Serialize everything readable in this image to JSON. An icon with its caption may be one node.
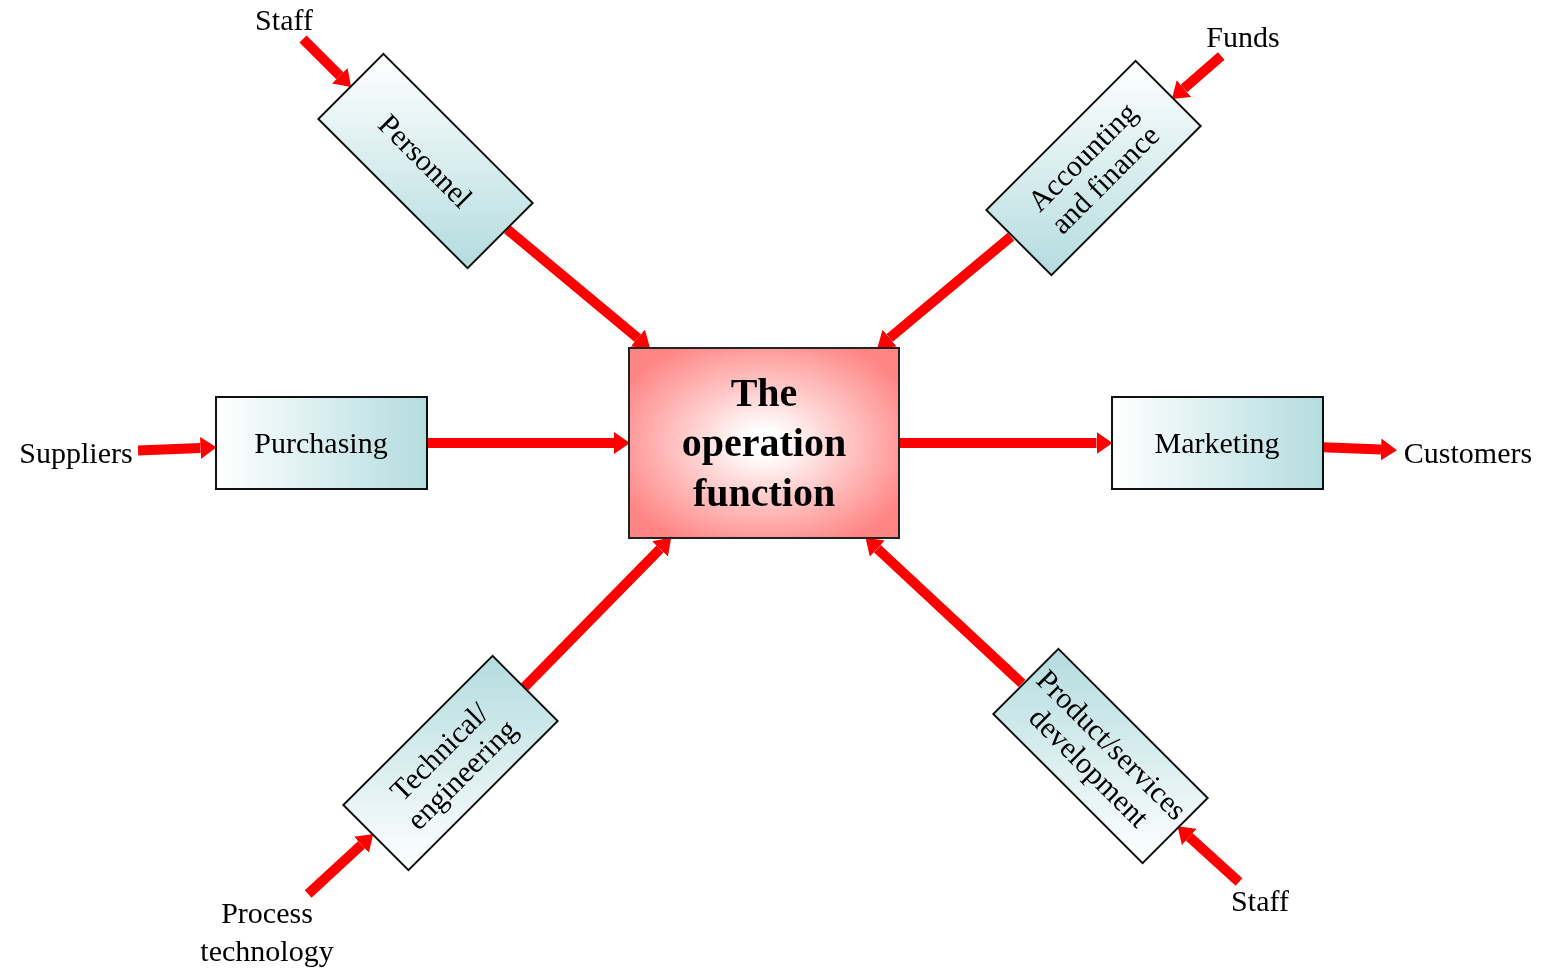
{
  "diagram": {
    "nodes": [
      {
        "text": [
          "The operation function"
        ]
      },
      {
        "text": [
          "Staff"
        ]
      },
      {
        "text": [
          "Personnel"
        ]
      },
      {
        "text": [
          "Funds"
        ]
      },
      {
        "text": [
          "Accounting and finance"
        ]
      },
      {
        "text": [
          "Suppliers"
        ]
      },
      {
        "text": [
          "Purchasing"
        ]
      },
      {
        "text": [
          "Marketing"
        ]
      },
      {
        "text": [
          "Customers"
        ]
      },
      {
        "text": [
          "Process technology"
        ]
      },
      {
        "text": [
          "Technical/ engineering"
        ]
      },
      {
        "text": [
          "Staff"
        ]
      },
      {
        "text": [
          "Product/services development"
        ]
      }
    ],
    "edges": [
      {
        "from": 1,
        "to": 2,
        "arrow": "to"
      },
      {
        "from": 2,
        "to": 0,
        "arrow": "to"
      },
      {
        "from": 3,
        "to": 4,
        "arrow": "to"
      },
      {
        "from": 4,
        "to": 0,
        "arrow": "to"
      },
      {
        "from": 5,
        "to": 6,
        "arrow": "to"
      },
      {
        "from": 6,
        "to": 0,
        "arrow": "to"
      },
      {
        "from": 0,
        "to": 7,
        "arrow": "to"
      },
      {
        "from": 7,
        "to": 8,
        "arrow": "to"
      },
      {
        "from": 9,
        "to": 10,
        "arrow": "to"
      },
      {
        "from": 10,
        "to": 0,
        "arrow": "to"
      },
      {
        "from": 11,
        "to": 12,
        "arrow": "to"
      },
      {
        "from": 12,
        "to": 0,
        "arrow": "to"
      }
    ]
  }
}
